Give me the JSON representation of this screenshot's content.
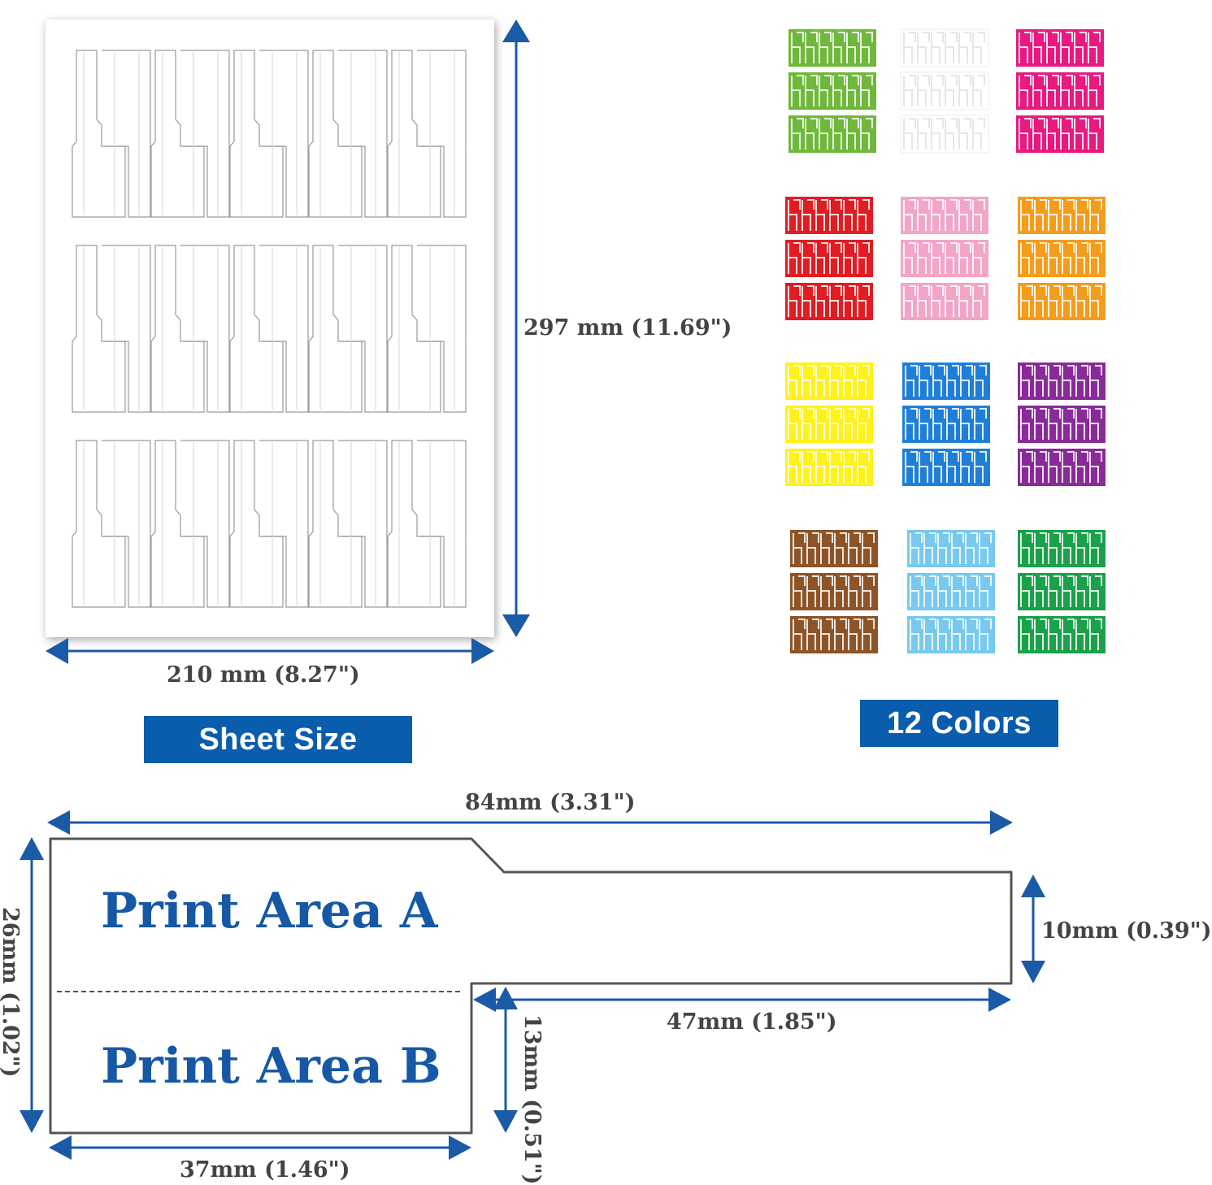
{
  "sheet": {
    "height_label": "297 mm (11.69\")",
    "width_label": "210 mm (8.27\")",
    "banner": "Sheet Size",
    "blocks": 3,
    "labels_per_block": 5
  },
  "colors_panel": {
    "banner": "12 Colors",
    "swatches": [
      {
        "name": "green",
        "color": "#6fb83c"
      },
      {
        "name": "white",
        "color": "#ffffff"
      },
      {
        "name": "magenta",
        "color": "#e8197f"
      },
      {
        "name": "red",
        "color": "#e31b23"
      },
      {
        "name": "pink",
        "color": "#f3a5c8"
      },
      {
        "name": "orange",
        "color": "#f59c1a"
      },
      {
        "name": "yellow",
        "color": "#fff21a"
      },
      {
        "name": "blue",
        "color": "#1f7fd8"
      },
      {
        "name": "purple",
        "color": "#8a2a9a"
      },
      {
        "name": "brown",
        "color": "#8e5427"
      },
      {
        "name": "light-blue",
        "color": "#77c9ef"
      },
      {
        "name": "dark-green",
        "color": "#1aa14a"
      }
    ]
  },
  "label_diagram": {
    "total_width_label": "84mm (3.31\")",
    "height_label": "26mm (1.02\")",
    "tail_height_label": "10mm (0.39\")",
    "tail_length_label": "47mm (1.85\")",
    "lower_height_label": "13mm (0.51\")",
    "head_width_label": "37mm (1.46\")",
    "area_a": "Print Area A",
    "area_b": "Print Area B"
  },
  "colors": {
    "accent": "#0a5cad",
    "arrow": "#1a5aa6",
    "text": "#1658a6"
  }
}
